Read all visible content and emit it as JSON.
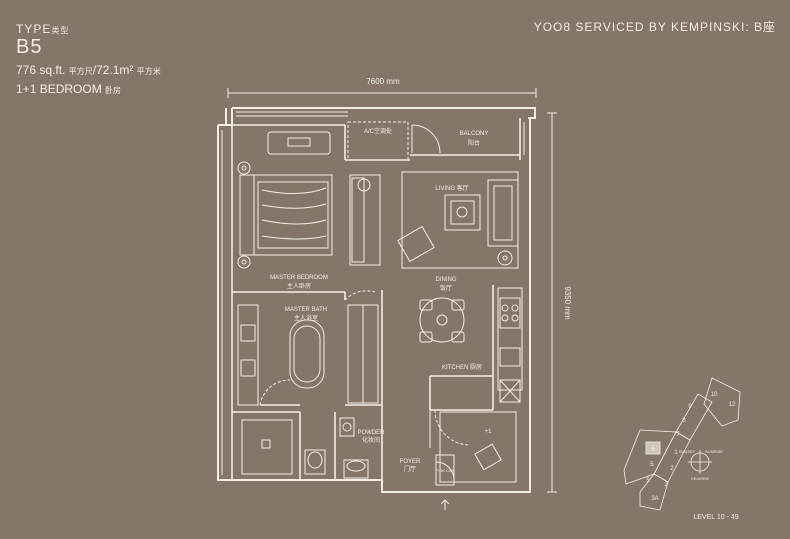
{
  "header": {
    "type_label": "TYPE",
    "type_label_cn": "类型",
    "type_code": "B5",
    "area_sqft": "776 sq.ft.",
    "area_sqft_cn": "平方尺",
    "area_sqm": "/72.1m²",
    "area_sqm_cn": "平方米",
    "bedroom": "1+1 BEDROOM",
    "bedroom_cn": "卧房"
  },
  "project_title": "YOO8 SERVICED BY KEMPINSKI: B座",
  "dimensions": {
    "width": "7600 mm",
    "height": "9350 mm"
  },
  "rooms": {
    "ac": "A/C空调处",
    "balcony": "BALCONY",
    "balcony_cn": "阳台",
    "living": "LIVING 客厅",
    "dining": "DINING",
    "dining_cn": "饭厅",
    "master_bedroom": "MASTER BEDROOM",
    "master_bedroom_cn": "主人卧房",
    "master_bath": "MASTER BATH",
    "master_bath_cn": "主人浴室",
    "kitchen": "KITCHEN 厨房",
    "powder": "POWDER",
    "powder_cn": "化妆间",
    "foyer": "FOYER",
    "foyer_cn": "门厅",
    "plus_one": "+1",
    "fire_cab": "FIRE CAB"
  },
  "key_plan": {
    "units": [
      "1",
      "2",
      "3",
      "3A",
      "5",
      "6",
      "7",
      "8",
      "9",
      "10",
      "11",
      "12"
    ],
    "highlighted_unit": "7",
    "sunset": "SUNSET",
    "sunrise": "SUNRISE",
    "seaview": "SEAVIEW",
    "level": "LEVEL 10 - 49"
  },
  "colors": {
    "background": "#84776a",
    "line": "#f3ede4",
    "highlight": "#cfc6ba"
  }
}
